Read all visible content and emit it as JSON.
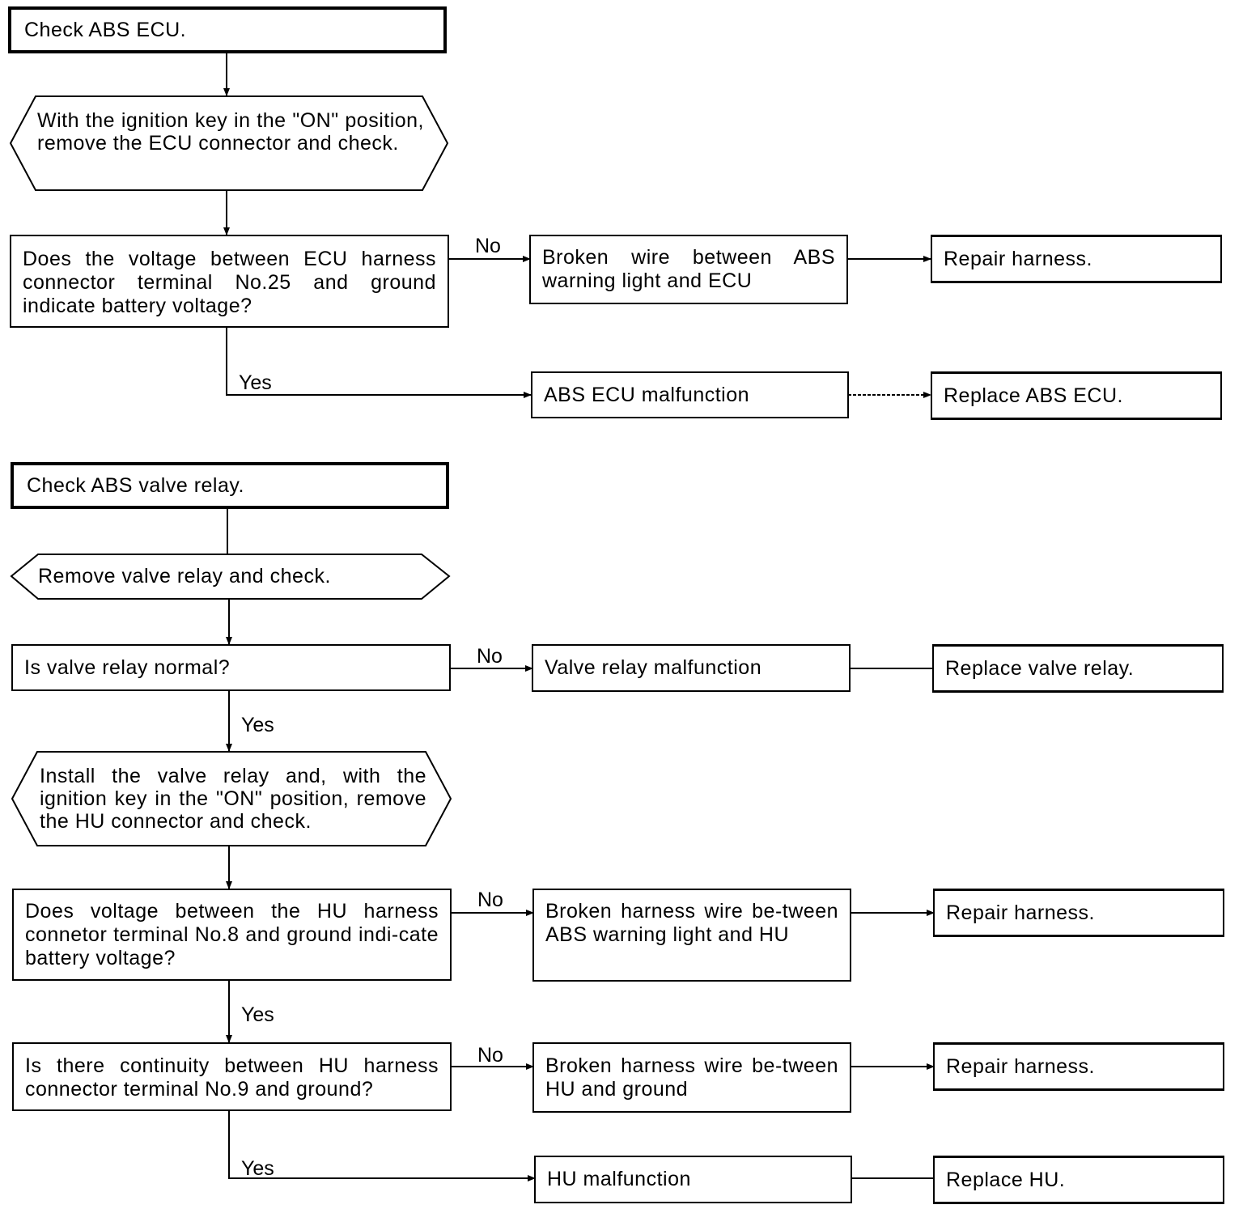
{
  "flow1": {
    "start": "Check ABS ECU.",
    "step": "With the ignition key in the \"ON\" position, remove the ECU connector and check.",
    "question": "Does the voltage between ECU harness connector terminal No.25 and ground indicate battery voltage?",
    "no_label": "No",
    "no_result": "Broken wire between ABS warning light and ECU",
    "no_action": "Repair harness.",
    "yes_label": "Yes",
    "yes_result": "ABS ECU malfunction",
    "yes_action": "Replace ABS ECU."
  },
  "flow2": {
    "start": "Check ABS valve relay.",
    "step1": "Remove valve relay and check.",
    "q1": "Is valve relay normal?",
    "q1_no_label": "No",
    "q1_no_result": "Valve relay malfunction",
    "q1_no_action": "Replace valve relay.",
    "q1_yes_label": "Yes",
    "step2": "Install the valve relay and, with the ignition key in the \"ON\" position, remove the HU connector and check.",
    "q2": "Does voltage between the HU harness connetor terminal No.8 and ground indi-cate battery voltage?",
    "q2_no_label": "No",
    "q2_no_result": "Broken harness wire be-tween ABS warning light and HU",
    "q2_no_action": "Repair harness.",
    "q2_yes_label": "Yes",
    "q3": "Is there continuity between HU harness connector terminal No.9 and ground?",
    "q3_no_label": "No",
    "q3_no_result": "Broken harness wire be-tween HU and ground",
    "q3_no_action": "Repair harness.",
    "q3_yes_label": "Yes",
    "q3_yes_result": "HU malfunction",
    "q3_yes_action": "Replace HU."
  }
}
